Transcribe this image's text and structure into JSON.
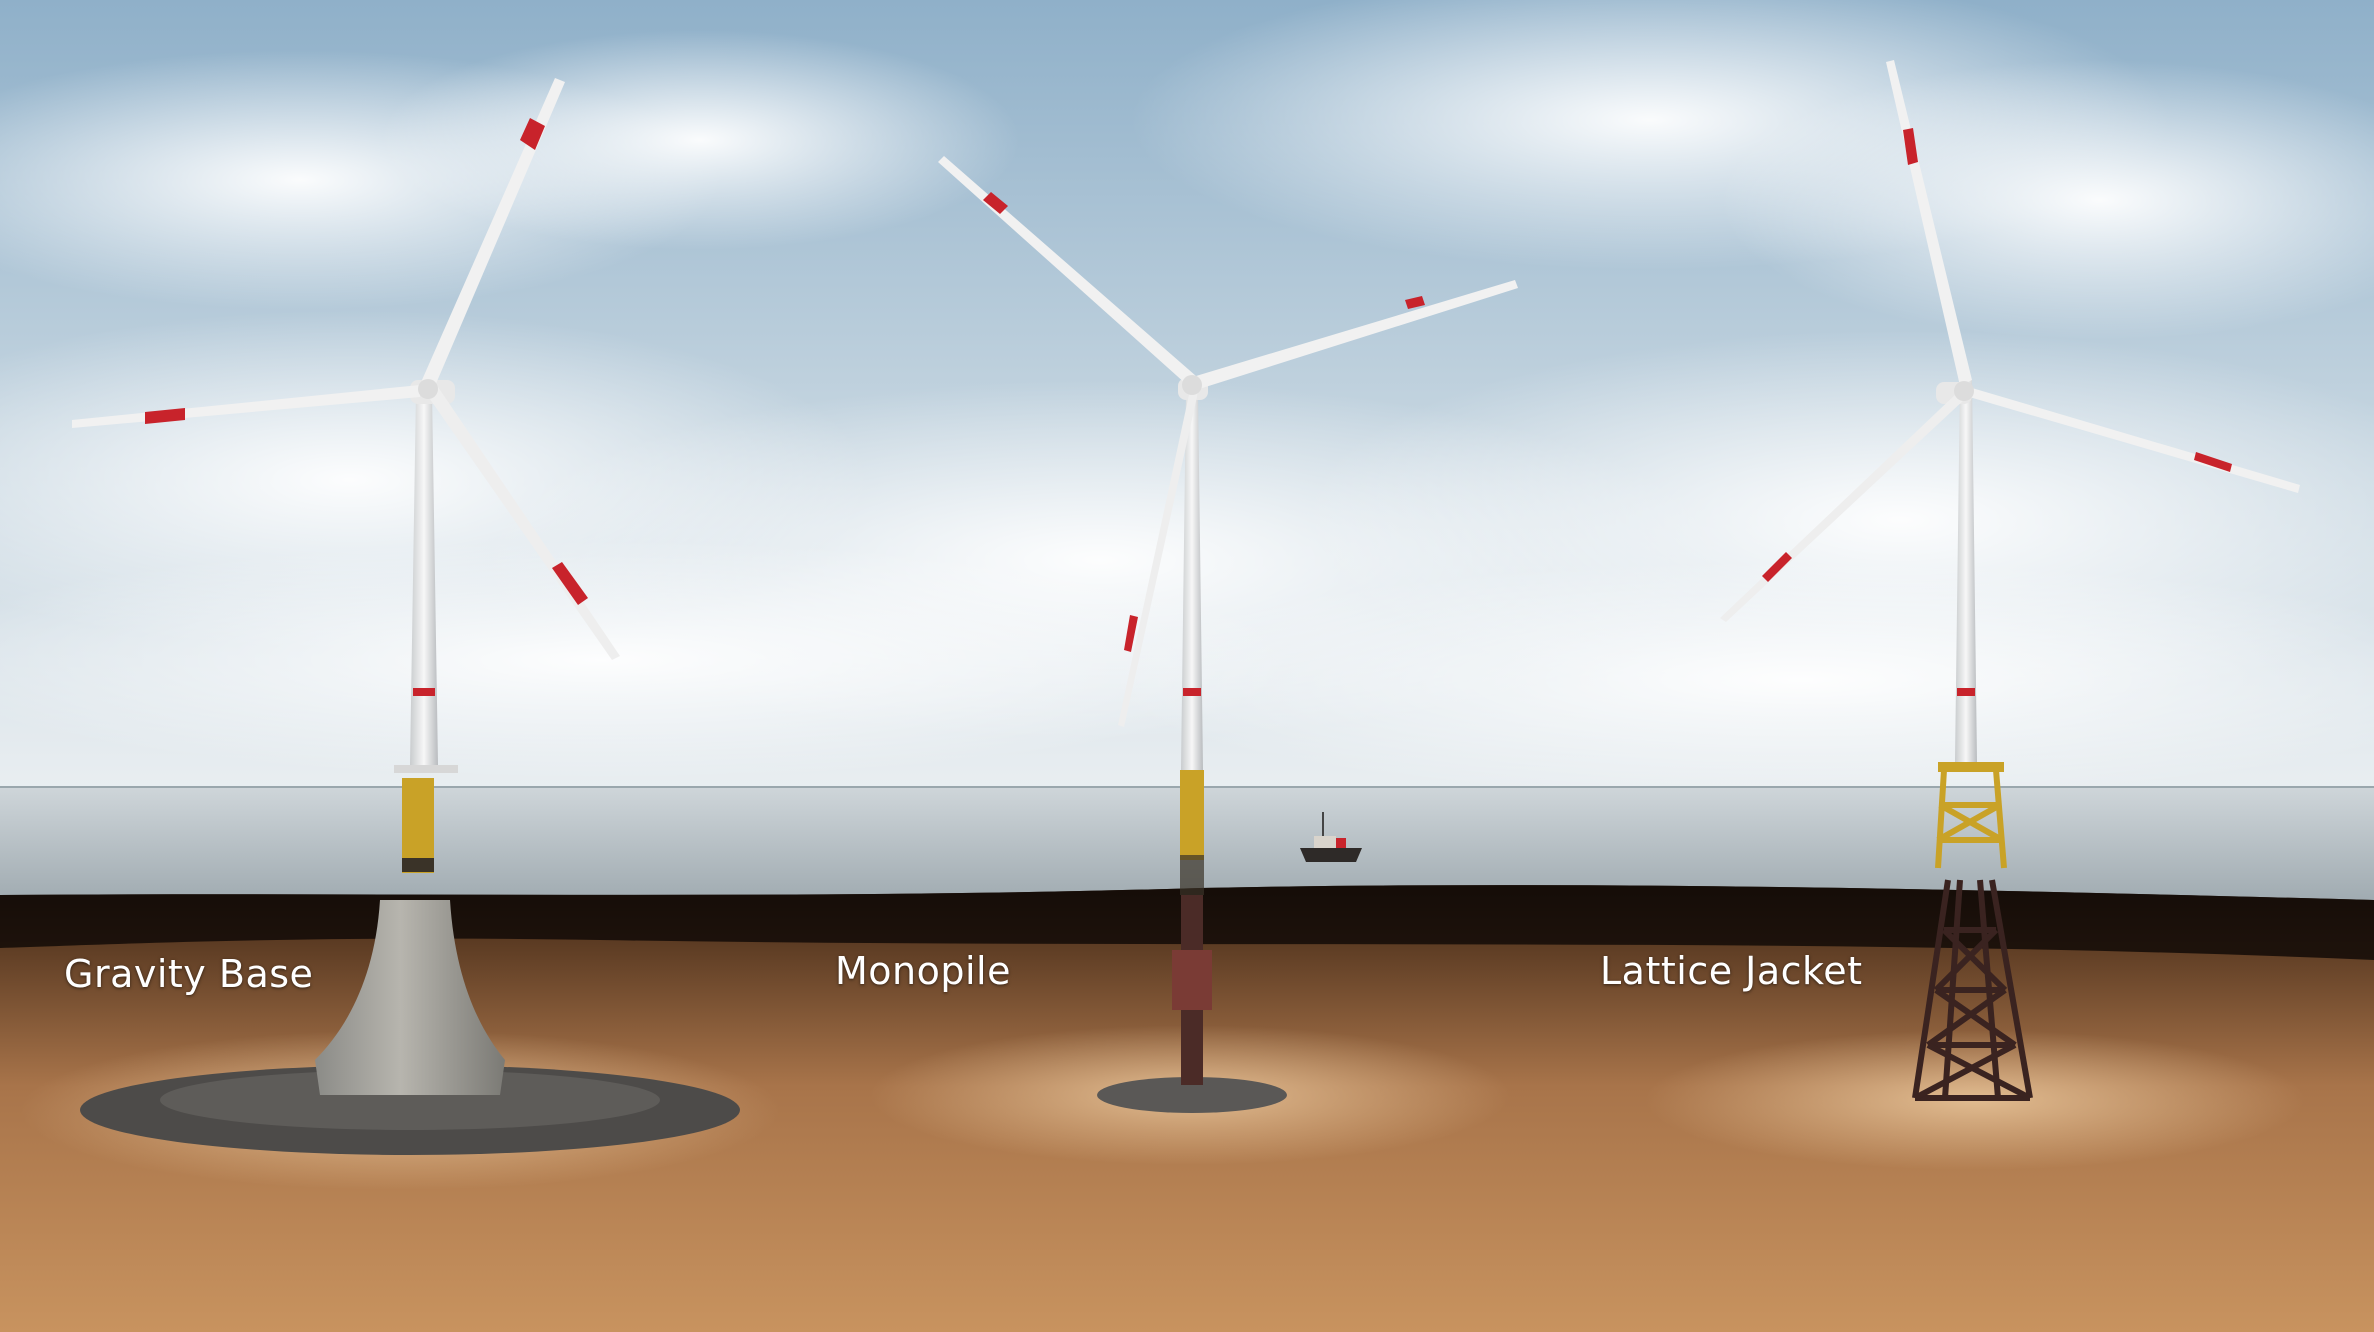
{
  "labels": {
    "gravity_base": "Gravity Base",
    "monopile": "Monopile",
    "lattice_jacket": "Lattice Jacket"
  },
  "colors": {
    "sky_top": "#8fb0c9",
    "sky_horizon": "#e9eef1",
    "sea": "#b9c2c7",
    "seabed_dark": "#1a120c",
    "sand": "#c08a5a",
    "blade_tip_red": "#c8232b",
    "transition_yellow": "#c9a227"
  }
}
